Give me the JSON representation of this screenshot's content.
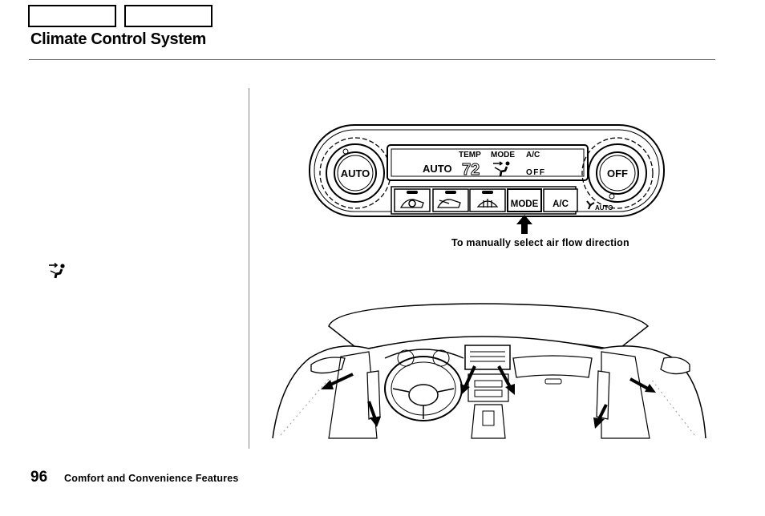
{
  "header": {
    "title": "Climate Control System"
  },
  "panel": {
    "auto_knob_label": "AUTO",
    "off_knob_label": "OFF",
    "display": {
      "auto_text": "AUTO",
      "temp_label": "TEMP",
      "mode_label": "MODE",
      "ac_label": "A/C",
      "temp_value": "72",
      "ac_status": "OFF"
    },
    "buttons": {
      "mode": "MODE",
      "ac": "A/C"
    },
    "fan_auto_label": "AUTO"
  },
  "figure": {
    "caption": "To manually select air flow direction"
  },
  "footer": {
    "page_number": "96",
    "section": "Comfort and Convenience Features"
  },
  "icons": [
    "mode-airflow-icon",
    "recirculation-icon",
    "fresh-air-icon",
    "defrost-icon",
    "fan-icon",
    "arrow-up-icon"
  ]
}
